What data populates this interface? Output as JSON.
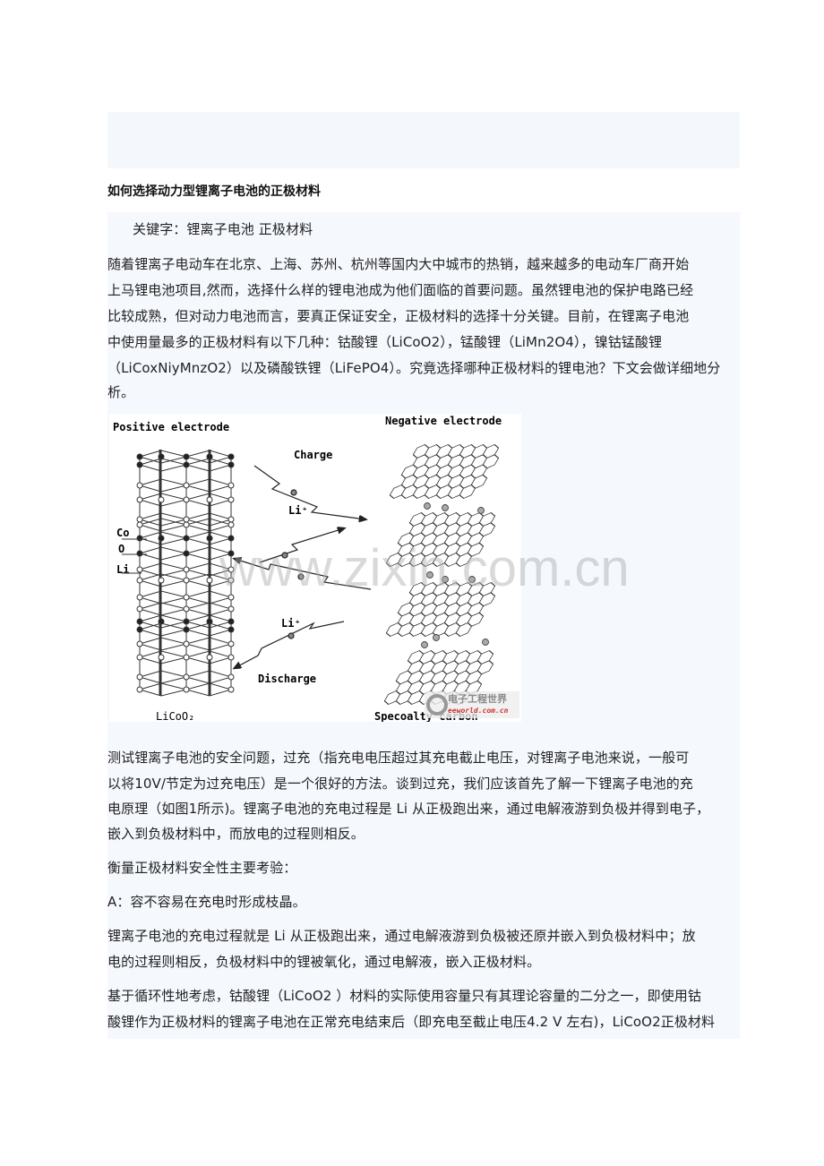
{
  "title": "如何选择动力型锂离子电池的正极材料",
  "keywords": "关键字：锂离子电池  正极材料",
  "paragraph1": [
    "随着锂离子电动车在北京、上海、苏州、杭州等国内大中城市的热销，越来越多的电动车厂商开始",
    "上马锂电池项目,然而，选择什么样的锂电池成为他们面临的首要问题。虽然锂电池的保护电路已经",
    "比较成熟，但对动力电池而言，要真正保证安全，正极材料的选择十分关键。目前，在锂离子电池",
    "中使用量最多的正极材料有以下几种：钴酸锂（LiCoO2），锰酸锂（LiMn2O4），镍钴锰酸锂",
    "（LiCoxNiyMnzO2）以及磷酸铁锂（LiFePO4）。究竟选择哪种正极材料的锂电池？下文会做详细地分",
    "析。"
  ],
  "figure": {
    "positive_label": "Positive electrode",
    "negative_label": "Negative electrode",
    "charge_label": "Charge",
    "discharge_label": "Discharge",
    "li_ion_top": "Li⁺",
    "li_ion_bottom": "Li⁺",
    "co_label": "Co",
    "o_label": "O",
    "li_label": "Li",
    "licoo2_label": "LiCoO₂",
    "carbon_label": "Specoalty carbon",
    "logo_text": "电子工程世界",
    "logo_url_text": "eeworld.com.cn"
  },
  "watermark": "www.zixin.com.cn",
  "paragraph2": [
    "测试锂离子电池的安全问题，过充（指充电电压超过其充电截止电压，对锂离子电池来说，一般可",
    "以将10V/节定为过充电压）是一个很好的方法。谈到过充，我们应该首先了解一下锂离子电池的充",
    "电原理（如图1所示)。锂离子电池的充电过程是 Li  从正极跑出来，通过电解液游到负极并得到电子，",
    "嵌入到负极材料中，而放电的过程则相反。"
  ],
  "paragraph3": [
    "衡量正极材料安全性主要考验："
  ],
  "paragraph4": [
    "A：容不容易在充电时形成枝晶。"
  ],
  "paragraph5": [
    "锂离子电池的充电过程就是 Li  从正极跑出来，通过电解液游到负极被还原并嵌入到负极材料中；放",
    "电的过程则相反，负极材料中的锂被氧化，通过电解液，嵌入正极材料。"
  ],
  "paragraph6": [
    "基于循环性地考虑，钴酸锂（LiCoO2  ）材料的实际使用容量只有其理论容量的二分之一，即使用钴",
    "酸锂作为正极材料的锂离子电池在正常充电结束后（即充电至截止电压4.2 V 左右)，LiCoO2正极材料"
  ]
}
